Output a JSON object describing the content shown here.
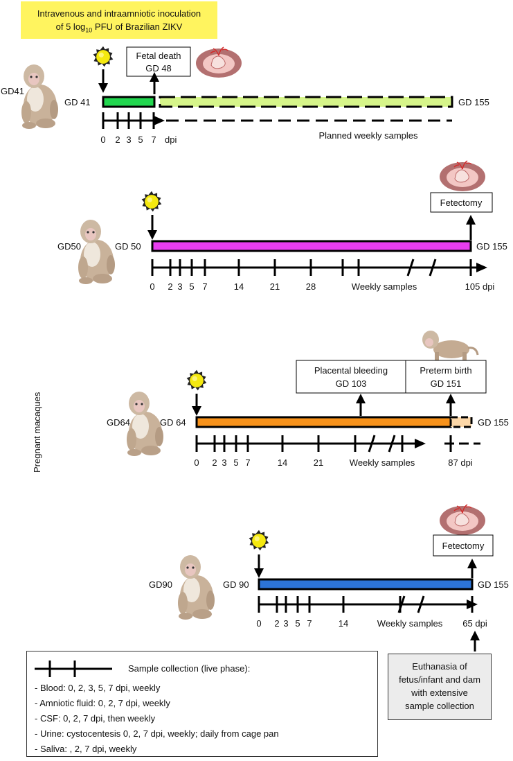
{
  "header_note": {
    "line1": "Intravenous and intraamniotic inoculation",
    "line2_pre": "of 5 log",
    "line2_sub": "10",
    "line2_post": " PFU of Brazilian ZIKV",
    "color": "#fff45f"
  },
  "side_label": "Pregnant macaques",
  "rows": [
    {
      "id": "gd41",
      "animal_label": "GD41",
      "start_label": "GD 41",
      "end_label": "GD 155",
      "bar_color": "#22d64f",
      "planned_color": "#d6f58a",
      "event_label_1": "Fetal death",
      "event_label_2": "GD 48",
      "ticks": [
        "0",
        "2",
        "3",
        "5",
        "7"
      ],
      "unit_label": "dpi",
      "planned_label": "Planned weekly samples"
    },
    {
      "id": "gd50",
      "animal_label": "GD50",
      "start_label": "GD 50",
      "end_label": "GD 155",
      "bar_color": "#e83df0",
      "event_label_1": "Fetectomy",
      "ticks": [
        "0",
        "2",
        "3",
        "5",
        "7",
        "14",
        "21",
        "28"
      ],
      "weekly_label": "Weekly samples",
      "end_tick_label": "105 dpi"
    },
    {
      "id": "gd64",
      "animal_label": "GD64",
      "start_label": "GD 64",
      "end_label": "GD 155",
      "bar_color": "#f7921b",
      "after_color": "#fcd7a8",
      "event_a_1": "Placental bleeding",
      "event_a_2": "GD 103",
      "event_b_1": "Preterm birth",
      "event_b_2": "GD 151",
      "ticks": [
        "0",
        "2",
        "3",
        "5",
        "7",
        "14",
        "21"
      ],
      "weekly_label": "Weekly samples",
      "end_tick_label": "87 dpi"
    },
    {
      "id": "gd90",
      "animal_label": "GD90",
      "start_label": "GD 90",
      "end_label": "GD 155",
      "bar_color": "#2c74d8",
      "event_label_1": "Fetectomy",
      "ticks": [
        "0",
        "2",
        "3",
        "5",
        "7",
        "14"
      ],
      "weekly_label": "Weekly samples",
      "end_tick_label": "65 dpi"
    }
  ],
  "legend": {
    "title": "Sample collection (live phase):",
    "items": [
      "- Blood: 0, 2, 3, 5, 7 dpi, weekly",
      "- Amniotic fluid: 0, 2, 7 dpi, weekly",
      "- CSF: 0, 2, 7 dpi, then weekly",
      "- Urine: cystocentesis 0, 2, 7 dpi, weekly; daily from cage pan",
      "- Saliva: , 2, 7 dpi, weekly"
    ]
  },
  "euthanasia_box": {
    "line1": "Euthanasia of",
    "line2": "fetus/infant and dam",
    "line3": "with extensive",
    "line4": "sample collection"
  },
  "icons": [
    "zika-virus-icon",
    "macaque-icon",
    "fetus-placenta-icon",
    "infant-macaque-icon"
  ]
}
